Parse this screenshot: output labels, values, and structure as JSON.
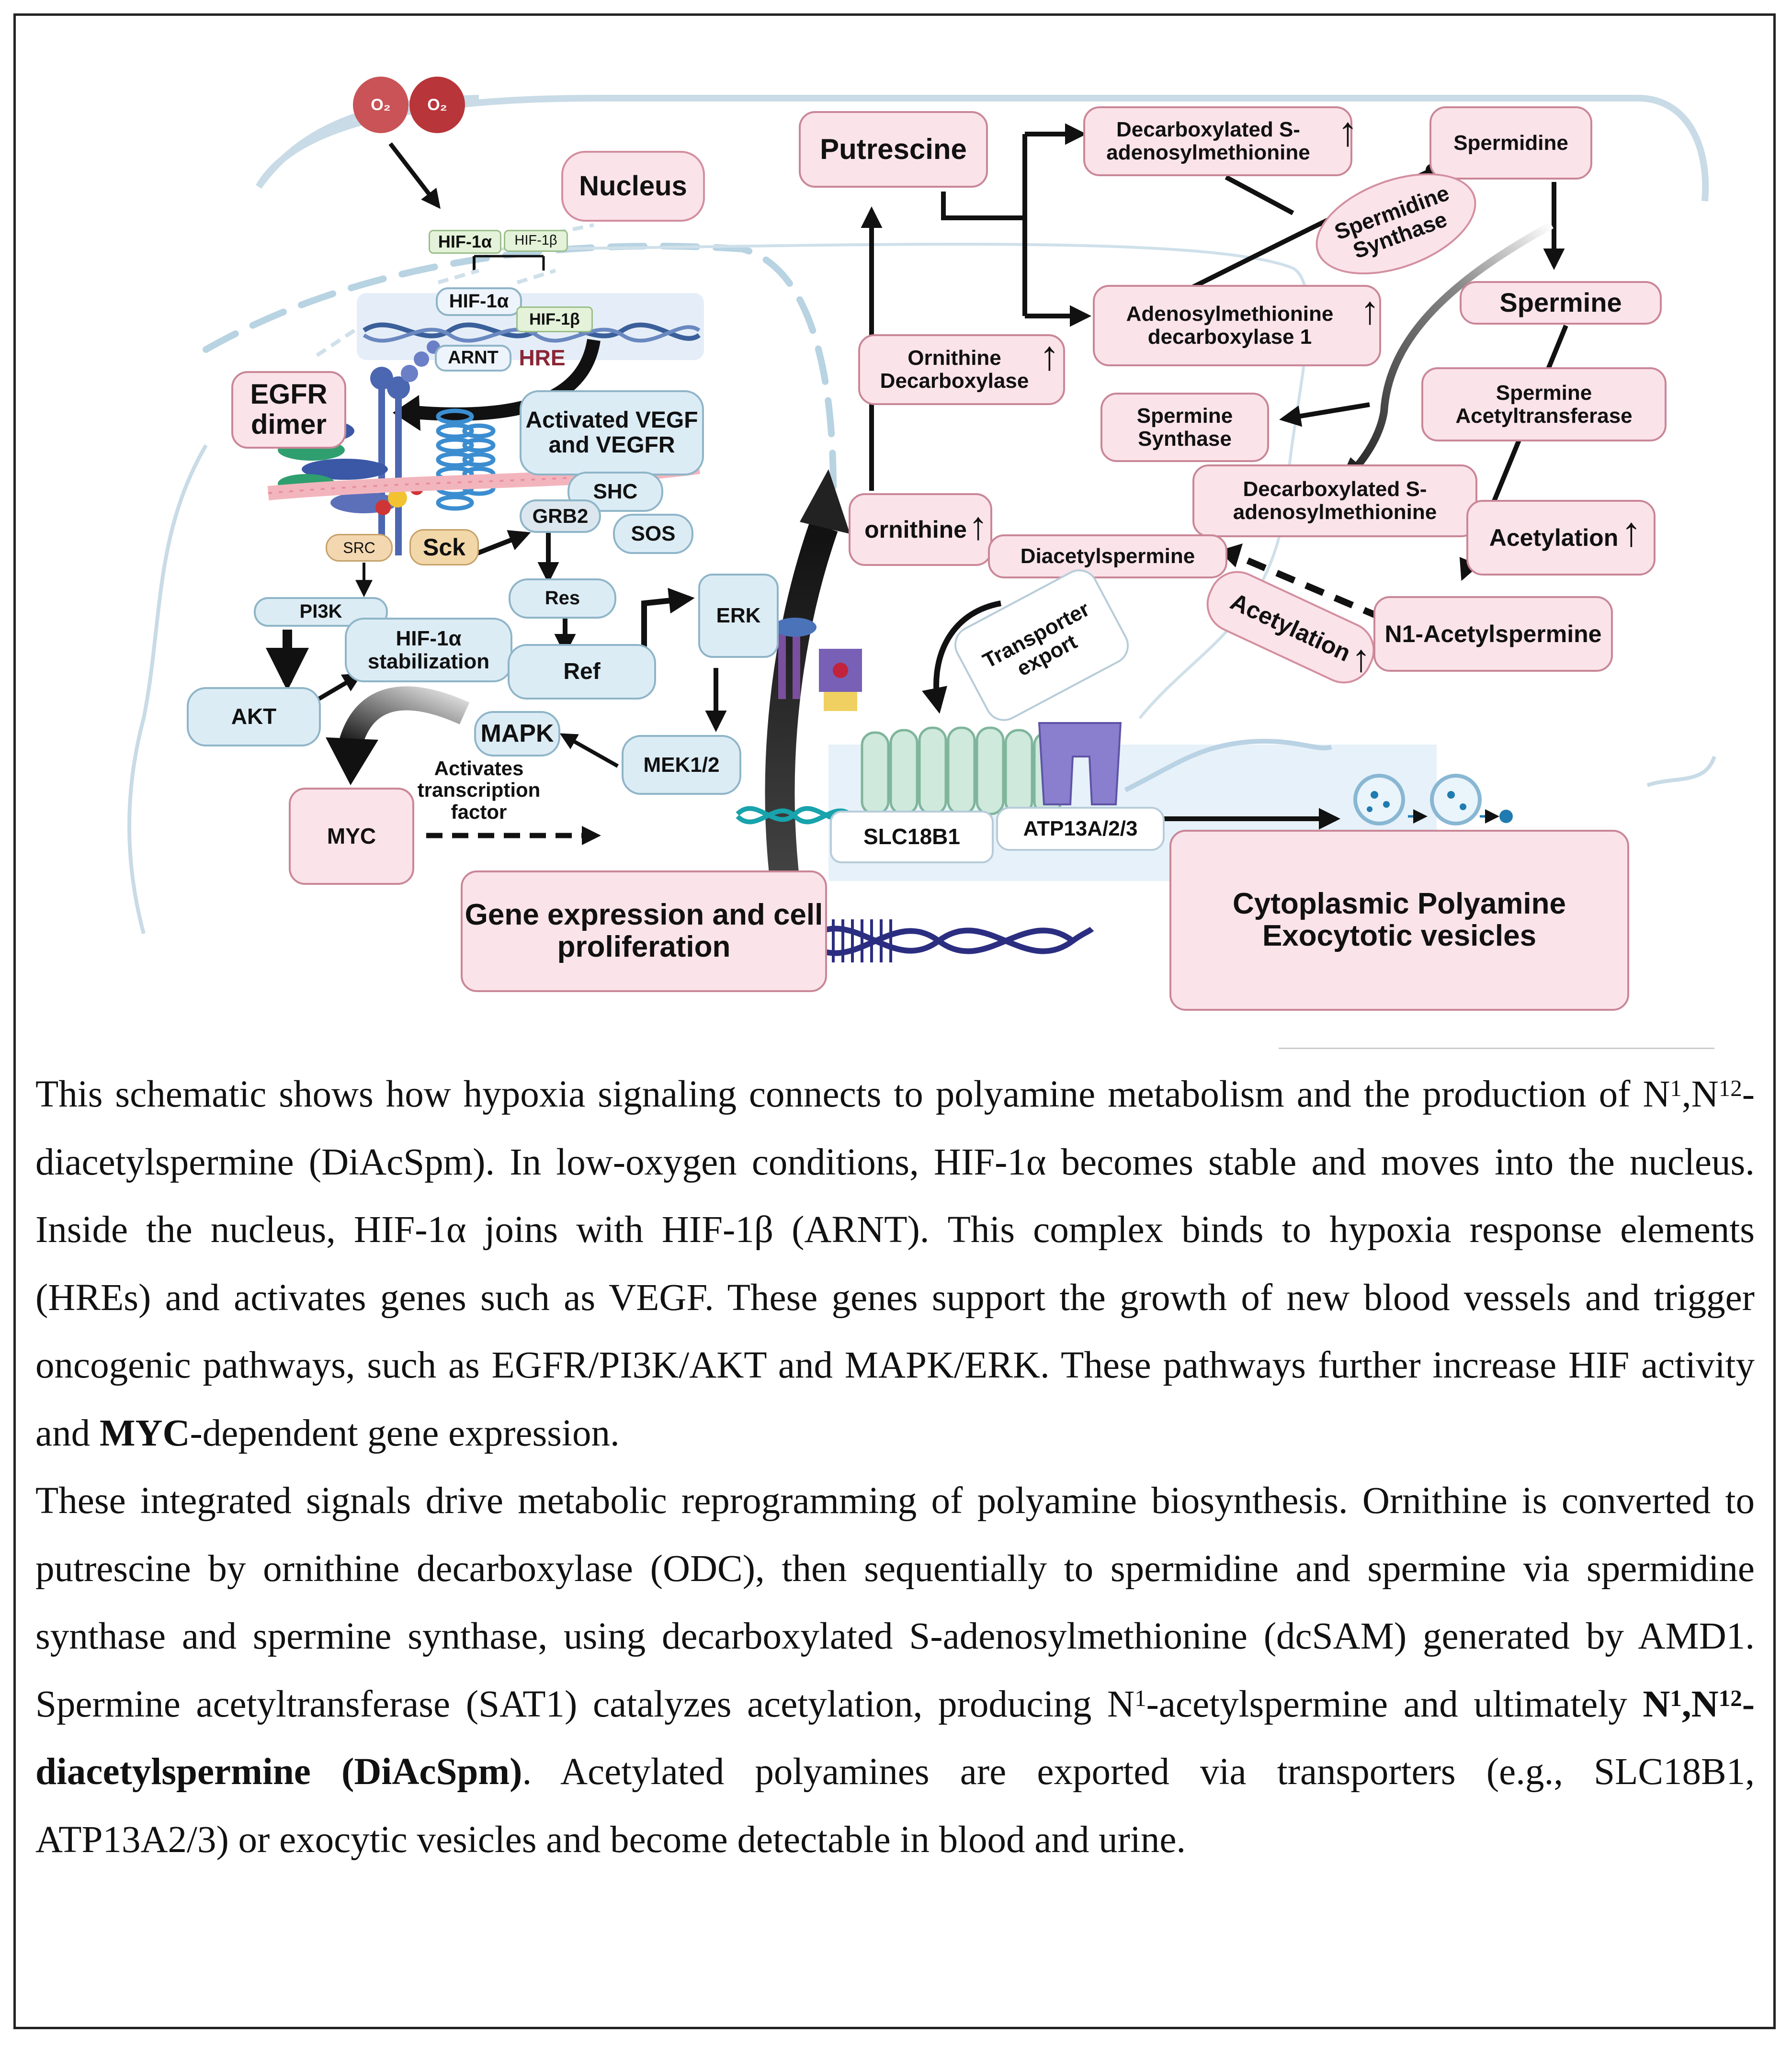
{
  "labels": {
    "o2_a": "O₂",
    "o2_b": "O₂",
    "hif1a_top": "HIF-1α",
    "hif1b_top": "HIF-1β",
    "hif1a": "HIF-1α",
    "hif1b": "HIF-1β",
    "arnt": "ARNT",
    "hre": "HRE",
    "nucleus": "Nucleus",
    "egfr_dimer": "EGFR dimer",
    "vegf": "Activated VEGF and VEGFR",
    "shc": "SHC",
    "grb2": "GRB2",
    "sos": "SOS",
    "src": "SRC",
    "sck": "Sck",
    "pi3k": "PI3K",
    "akt": "AKT",
    "hif_stab": "HIF-1α stabilization",
    "res": "Res",
    "ref": "Ref",
    "erk": "ERK",
    "mapk": "MAPK",
    "mek": "MEK1/2",
    "myc": "MYC",
    "activates": "Activates transcription factor",
    "gene_expression": "Gene expression and cell proliferation",
    "putrescine": "Putrescine",
    "dcsam_top": "Decarboxylated S-adenosylmethionine",
    "spermidine": "Spermidine",
    "spd_synthase": "Spermidine Synthase",
    "amd1": "Adenosylmethionine decarboxylase 1",
    "spermine": "Spermine",
    "odc": "Ornithine Decarboxylase",
    "spm_synthase": "Spermine Synthase",
    "sat": "Spermine Acetyltransferase",
    "dcsam_mid": "Decarboxylated S-adenosylmethionine",
    "ornithine": "ornithine",
    "diacetylspermine": "Diacetylspermine",
    "acetylation_right": "Acetylation",
    "acetylation_tilt": "Acetylation",
    "n1": "N1-Acetylspermine",
    "transporter": "Transporter export",
    "slc18b1": "SLC18B1",
    "atp13a": "ATP13A/2/3",
    "vesicles": "Cytoplasmic Polyamine Exocytotic vesicles"
  },
  "caption": {
    "p1_a": "This schematic shows how hypoxia signaling connects to polyamine metabolism and the production of N",
    "p1_sup1": "1",
    "p1_b": ",N",
    "p1_sup2": "12",
    "p1_c": "-diacetylspermine (DiAcSpm). In low-oxygen conditions, HIF-1α becomes stable and moves into the nucleus. Inside the nucleus, HIF-1α joins with HIF-1β (ARNT). This complex binds to hypoxia response elements (HREs) and activates genes such as VEGF. These genes support the growth of new blood vessels and trigger oncogenic pathways, such as EGFR/PI3K/AKT and MAPK/ERK. These pathways further increase HIF activity and ",
    "p1_bold": "MYC",
    "p1_d": "-dependent gene expression.",
    "p2_a": "These integrated signals drive metabolic reprogramming of polyamine biosynthesis. Ornithine is converted to putrescine by ornithine decarboxylase (ODC), then sequentially to spermidine and spermine via spermidine synthase and spermine synthase, using decarboxylated S-adenosylmethionine (dcSAM) generated by AMD1. Spermine acetyltransferase (SAT1) catalyzes acetylation, producing N",
    "p2_sup1": "1",
    "p2_b": "-acetylspermine and ultimately ",
    "p2_bold_a": "N",
    "p2_bold_sup1": "1",
    "p2_bold_b": ",N",
    "p2_bold_sup2": "12",
    "p2_bold_c": "-diacetylspermine (DiAcSpm)",
    "p2_c": ". Acetylated polyamines are exported via transporters (e.g., SLC18B1, ATP13A2/3) or exocytic vesicles and become detectable in blood and urine."
  },
  "colors": {
    "pink_fill": "#fbe3ea",
    "pink_border": "#c98797",
    "blue_fill": "#dcecf5",
    "o2": "#c0383e"
  }
}
